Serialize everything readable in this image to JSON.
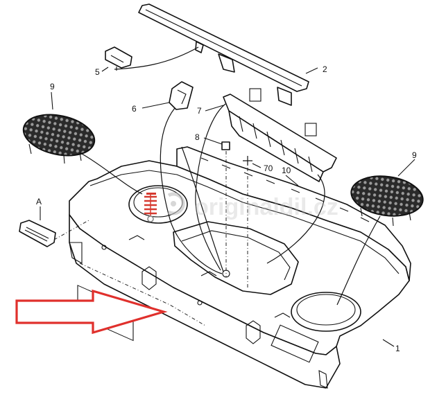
{
  "callouts": {
    "c1": "1",
    "c2": "2",
    "c5": "5",
    "c6": "6",
    "c7": "7",
    "c8": "8",
    "c9_left": "9",
    "c9_right": "9",
    "c10": "10",
    "c70": "70",
    "cA": "A"
  },
  "watermark": {
    "text": "originaldil.cz"
  },
  "colors": {
    "arrow": "#e0302c",
    "spring": "#d63a30",
    "watermark": "#bdbdbd",
    "ink": "#111111"
  },
  "icons": {
    "arrow": "right-arrow-outline-icon",
    "spring": "spring-icon"
  }
}
